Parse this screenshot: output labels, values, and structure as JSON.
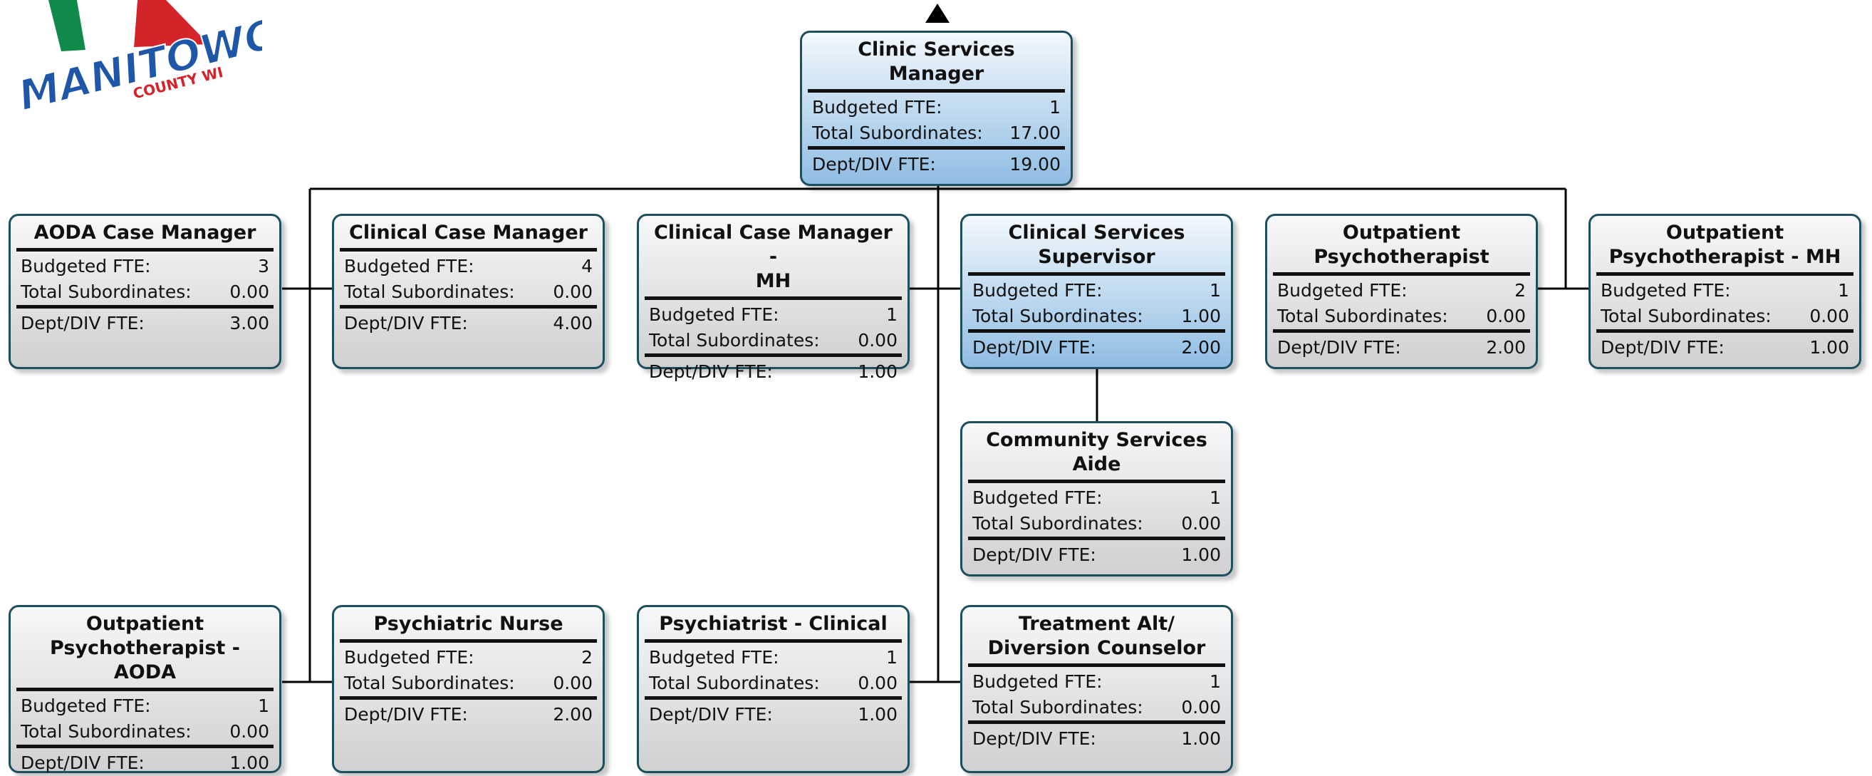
{
  "logo": {
    "main_text": "MANITOWOC",
    "sub_text": "COUNTY WI",
    "colors": {
      "green": "#0f8a4a",
      "red": "#d5232a",
      "blue": "#1f57a8"
    }
  },
  "labels": {
    "budgeted": "Budgeted FTE:",
    "subordinates": "Total Subordinates:",
    "dept": "Dept/DIV FTE:"
  },
  "colors": {
    "border": "#1d4f5e",
    "highlight": "#8fbde3",
    "gray": "#d0d0d0"
  },
  "nodes": [
    {
      "id": "clinic-services-manager",
      "title_lines": [
        "Clinic Services Manager"
      ],
      "budgeted_fte": "1",
      "total_subordinates": "17.00",
      "dept_div_fte": "19.00",
      "highlighted": true
    },
    {
      "id": "aoda-case-manager",
      "title_lines": [
        "AODA Case Manager"
      ],
      "budgeted_fte": "3",
      "total_subordinates": "0.00",
      "dept_div_fte": "3.00",
      "highlighted": false
    },
    {
      "id": "clinical-case-manager",
      "title_lines": [
        "Clinical Case Manager"
      ],
      "budgeted_fte": "4",
      "total_subordinates": "0.00",
      "dept_div_fte": "4.00",
      "highlighted": false
    },
    {
      "id": "clinical-case-manager-mh",
      "title_lines": [
        "Clinical Case Manager -",
        "MH"
      ],
      "budgeted_fte": "1",
      "total_subordinates": "0.00",
      "dept_div_fte": "1.00",
      "highlighted": false
    },
    {
      "id": "clinical-services-supervisor",
      "title_lines": [
        "Clinical Services",
        "Supervisor"
      ],
      "budgeted_fte": "1",
      "total_subordinates": "1.00",
      "dept_div_fte": "2.00",
      "highlighted": true
    },
    {
      "id": "outpatient-psychotherapist",
      "title_lines": [
        "Outpatient",
        "Psychotherapist"
      ],
      "budgeted_fte": "2",
      "total_subordinates": "0.00",
      "dept_div_fte": "2.00",
      "highlighted": false
    },
    {
      "id": "outpatient-psychotherapist-mh",
      "title_lines": [
        "Outpatient",
        "Psychotherapist - MH"
      ],
      "budgeted_fte": "1",
      "total_subordinates": "0.00",
      "dept_div_fte": "1.00",
      "highlighted": false
    },
    {
      "id": "community-services-aide",
      "title_lines": [
        "Community Services",
        "Aide"
      ],
      "budgeted_fte": "1",
      "total_subordinates": "0.00",
      "dept_div_fte": "1.00",
      "highlighted": false
    },
    {
      "id": "outpatient-psychotherapist-aoda",
      "title_lines": [
        "Outpatient",
        "Psychotherapist -AODA"
      ],
      "budgeted_fte": "1",
      "total_subordinates": "0.00",
      "dept_div_fte": "1.00",
      "highlighted": false
    },
    {
      "id": "psychiatric-nurse",
      "title_lines": [
        "Psychiatric Nurse"
      ],
      "budgeted_fte": "2",
      "total_subordinates": "0.00",
      "dept_div_fte": "2.00",
      "highlighted": false
    },
    {
      "id": "psychiatrist-clinical",
      "title_lines": [
        "Psychiatrist - Clinical"
      ],
      "budgeted_fte": "1",
      "total_subordinates": "0.00",
      "dept_div_fte": "1.00",
      "highlighted": false
    },
    {
      "id": "treatment-alt-diversion-counselor",
      "title_lines": [
        "Treatment Alt/",
        "Diversion Counselor"
      ],
      "budgeted_fte": "1",
      "total_subordinates": "0.00",
      "dept_div_fte": "1.00",
      "highlighted": false
    }
  ]
}
